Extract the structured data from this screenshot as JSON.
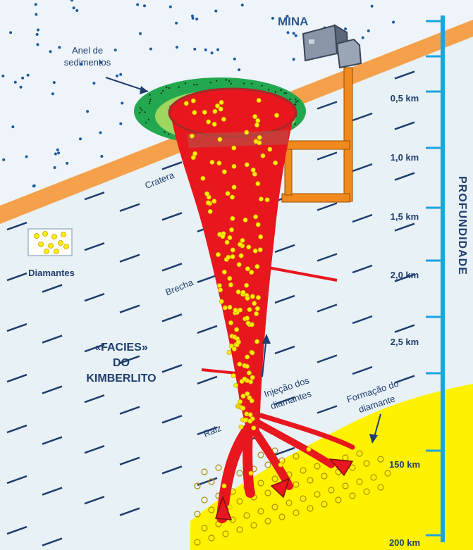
{
  "labels": {
    "mina": "MINA",
    "anel_line1": "Anel de",
    "anel_line2": "sedimentos",
    "cratera": "Cratera",
    "brecha": "Brecha",
    "raiz": "Raiz",
    "diamantes": "Diamantes",
    "facies_line1": "«FACIES»",
    "facies_line2": "DO",
    "facies_line3": "KIMBERLITO",
    "injecao_line1": "Injeção dos",
    "injecao_line2": "diamantes",
    "formacao_line1": "Formação do",
    "formacao_line2": "diamante",
    "profundidade": "PROFUNDIDADE"
  },
  "depth_scale": [
    "0,5 km",
    "1,0 km",
    "1,5 km",
    "2,0 km",
    "2,5 km",
    "150 km",
    "200 km"
  ],
  "colors": {
    "sky": "#eef4f9",
    "surface_band": "#f5a04a",
    "bedrock": "#e8f1f6",
    "mantle": "#fff200",
    "kimberlite": "#e8161d",
    "diamond": "#ffef00",
    "ring_outer": "#23a84f",
    "ring_inner": "#9ed65f",
    "scale_blue": "#1ba3e3",
    "mine_shaft": "#f08a1e",
    "text_dark": "#1f3d6e"
  }
}
